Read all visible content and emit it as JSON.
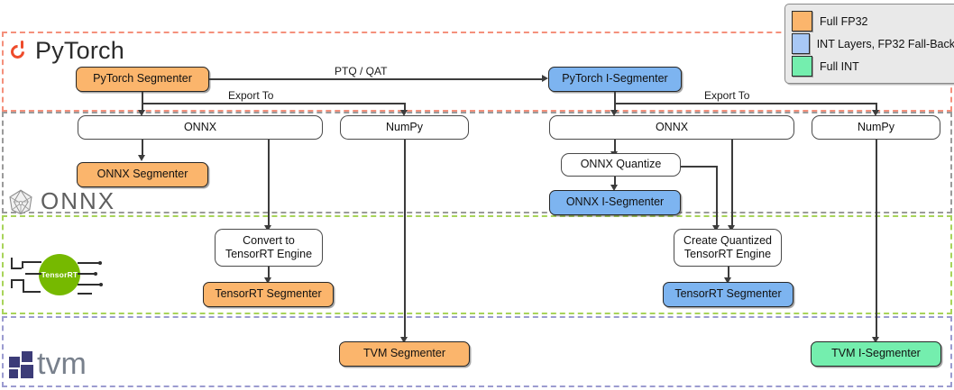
{
  "legend": {
    "name": "color-legend",
    "items": [
      {
        "label": "Full FP32",
        "color": "#fbb56c",
        "icon": "orange-swatch"
      },
      {
        "label": "INT Layers, FP32 Fall-Back",
        "color": "#7db4f0",
        "icon": "blue-swatch"
      },
      {
        "label": "Full INT",
        "color": "#74eeae",
        "icon": "green-swatch"
      }
    ]
  },
  "frameworks": [
    {
      "id": "pytorch",
      "label": "PyTorch",
      "color": "#f4907c",
      "icon": "pytorch-logo"
    },
    {
      "id": "onnx",
      "label": "ONNX",
      "color": "#9a9a9a",
      "icon": "onnx-logo"
    },
    {
      "id": "tensorrt",
      "label": "TensorRT",
      "color": "#a8d45a",
      "icon": "tensorrt-logo"
    },
    {
      "id": "tvm",
      "label": "tvm",
      "color": "#9b9bd0",
      "icon": "tvm-logo"
    }
  ],
  "nodes": {
    "pytorch_segmenter": "PyTorch Segmenter",
    "pytorch_i_segmenter": "PyTorch I-Segmenter",
    "onnx_left": "ONNX",
    "numpy_left": "NumPy",
    "onnx_right": "ONNX",
    "numpy_right": "NumPy",
    "onnx_segmenter": "ONNX Segmenter",
    "onnx_quantize": "ONNX Quantize",
    "onnx_i_segmenter": "ONNX I-Segmenter",
    "convert_trt": "Convert to\nTensorRT Engine",
    "create_quantized_trt": "Create Quantized\nTensorRT Engine",
    "tensorrt_segmenter": "TensorRT Segmenter",
    "tensorrt_i_segmenter": "TensorRT Segmenter",
    "tvm_segmenter": "TVM Segmenter",
    "tvm_i_segmenter": "TVM I-Segmenter"
  },
  "edge_labels": {
    "ptq_qat": "PTQ / QAT",
    "export_to_left": "Export To",
    "export_to_right": "Export To"
  }
}
